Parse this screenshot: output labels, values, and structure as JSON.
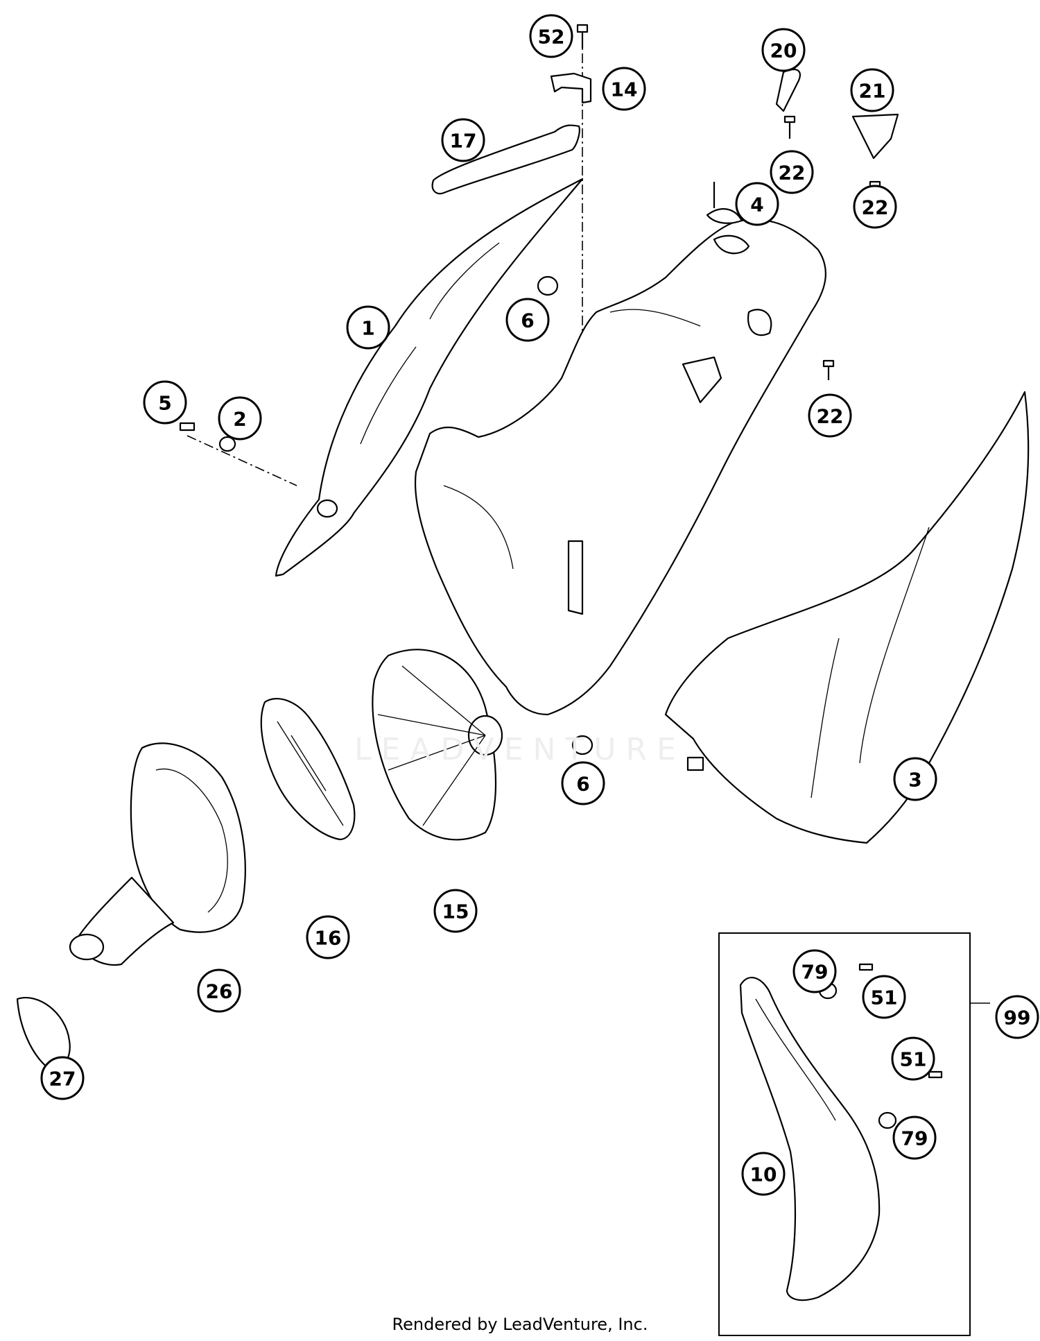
{
  "diagram": {
    "footer": "Rendered by LeadVenture, Inc.",
    "watermark": "LEADVENTURE",
    "kit_label": "99",
    "callouts": [
      "52",
      "14",
      "17",
      "20",
      "21",
      "22",
      "22",
      "4",
      "6",
      "1",
      "22",
      "5",
      "2",
      "6",
      "3",
      "15",
      "16",
      "26",
      "27",
      "79",
      "51",
      "51",
      "79",
      "10",
      "99"
    ]
  }
}
